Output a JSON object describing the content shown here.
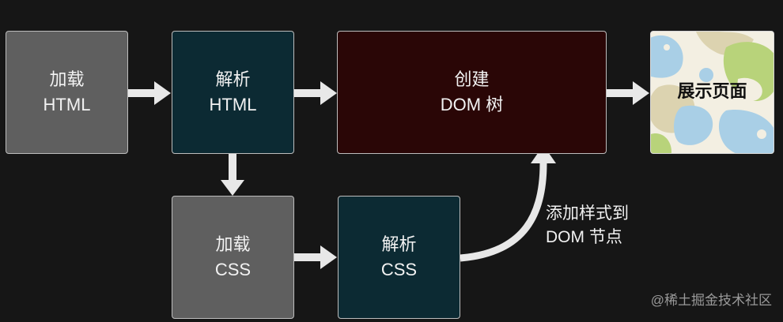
{
  "nodes": {
    "load_html": {
      "line1": "加载",
      "line2": "HTML"
    },
    "parse_html": {
      "line1": "解析",
      "line2": "HTML"
    },
    "build_dom": {
      "line1": "创建",
      "line2": "DOM 树"
    },
    "display_page": {
      "label": "展示页面"
    },
    "load_css": {
      "line1": "加载",
      "line2": "CSS"
    },
    "parse_css": {
      "line1": "解析",
      "line2": "CSS"
    }
  },
  "edge_label": {
    "line1": "添加样式到",
    "line2": "DOM 节点"
  },
  "credit": "@稀土掘金技术社区",
  "colors": {
    "background": "#161616",
    "load_box": "#5f5f5f",
    "parse_box": "#0c2a33",
    "dom_box": "#2a0606",
    "arrow": "#e8e8e8"
  }
}
